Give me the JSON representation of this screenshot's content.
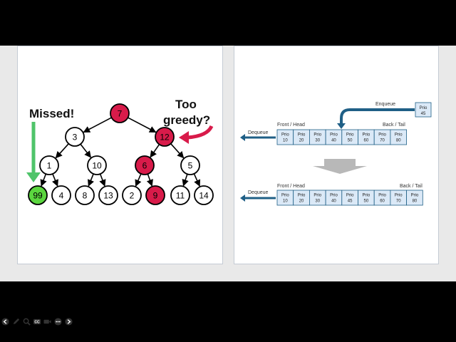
{
  "colors": {
    "accent_red": "#d81b4a",
    "missed_green": "#5bd63f",
    "arrow_green": "#4fc46a",
    "queue_blue": "#1f5f86",
    "box_fill": "#dbe9f7"
  },
  "heap": {
    "missed_label": "Missed!",
    "greedy_label_line1": "Too",
    "greedy_label_line2": "greedy?",
    "nodes": [
      {
        "value": "7",
        "state": "red"
      },
      {
        "value": "3",
        "state": "white"
      },
      {
        "value": "12",
        "state": "red"
      },
      {
        "value": "1",
        "state": "white"
      },
      {
        "value": "10",
        "state": "white"
      },
      {
        "value": "6",
        "state": "red"
      },
      {
        "value": "5",
        "state": "white"
      },
      {
        "value": "99",
        "state": "green"
      },
      {
        "value": "4",
        "state": "white"
      },
      {
        "value": "8",
        "state": "white"
      },
      {
        "value": "13",
        "state": "white"
      },
      {
        "value": "2",
        "state": "white"
      },
      {
        "value": "9",
        "state": "red"
      },
      {
        "value": "11",
        "state": "white"
      },
      {
        "value": "14",
        "state": "white"
      }
    ]
  },
  "queue": {
    "enqueue_label": "Enqueue",
    "new_item": {
      "label": "Prio",
      "value": "45"
    },
    "dequeue_label": "Dequeue",
    "front_label": "Front / Head",
    "back_label": "Back / Tail",
    "before": [
      {
        "label": "Prio",
        "value": "10"
      },
      {
        "label": "Prio",
        "value": "20"
      },
      {
        "label": "Prio",
        "value": "30"
      },
      {
        "label": "Prio",
        "value": "40"
      },
      {
        "label": "Prio",
        "value": "50"
      },
      {
        "label": "Prio",
        "value": "60"
      },
      {
        "label": "Prio",
        "value": "70"
      },
      {
        "label": "Prio",
        "value": "80"
      }
    ],
    "after": [
      {
        "label": "Prio",
        "value": "10"
      },
      {
        "label": "Prio",
        "value": "20"
      },
      {
        "label": "Prio",
        "value": "30"
      },
      {
        "label": "Prio",
        "value": "40"
      },
      {
        "label": "Prio",
        "value": "45"
      },
      {
        "label": "Prio",
        "value": "50"
      },
      {
        "label": "Prio",
        "value": "60"
      },
      {
        "label": "Prio",
        "value": "70"
      },
      {
        "label": "Prio",
        "value": "80"
      }
    ]
  },
  "toolbar": {
    "icons": [
      "back-icon",
      "pen-icon",
      "zoom-icon",
      "captions-icon",
      "camera-icon",
      "more-icon",
      "forward-icon"
    ],
    "cc_text": "CC"
  }
}
